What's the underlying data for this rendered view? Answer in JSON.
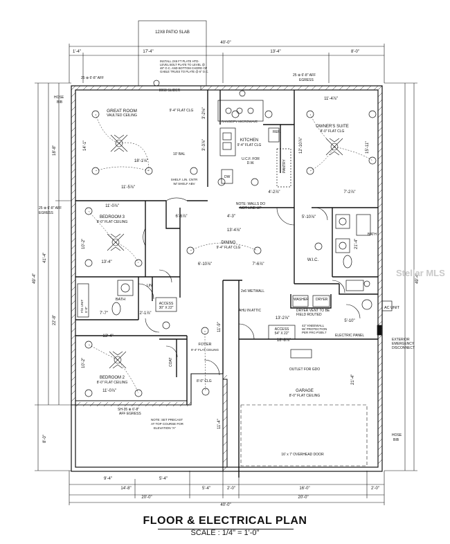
{
  "plan_title": "FLOOR & ELECTRICAL PLAN",
  "scale": "SCALE : 1/4\" = 1'-0\"",
  "watermark": "Stellar MLS",
  "rooms": {
    "patio": "12X8 PATIO SLAB",
    "great_room": "GREAT ROOM",
    "great_room_ceiling": "VAULTED CEILING",
    "flat_ceiling": "9'-4\" FLAT CLG",
    "kitchen": "KITCHEN",
    "kitchen_ceiling": "9'-4\" FLAT CLG",
    "owners_suite": "OWNER'S SUITE",
    "owners_ceiling": "8'-0\" FLAT CLG",
    "bedroom3": "BEDROOM 3",
    "bedroom3_ceiling": "8'-0\" FLAT CEILING",
    "dining": "DINING",
    "dining_ceiling": "9'-4\" FLAT CLG",
    "wic": "W.I.C.",
    "bath": "BATH",
    "bath2": "BATH",
    "ahu": "AHU IN ATTIC",
    "washer": "WASHER",
    "dryer": "DRYER",
    "foyer": "FOYER",
    "foyer_ceiling": "9'-4\" FLAT CEILING",
    "bedroom2": "BEDROOM 2",
    "bedroom2_ceiling": "8'-0\" FLAT CEILING",
    "garage": "GARAGE",
    "garage_ceiling": "8'-0\" FLAT CEILING",
    "closet": "8'-0\" CLG",
    "lin": "LIN",
    "coat": "COAT"
  },
  "notes": {
    "slider": "8068 SLIDER",
    "egress_left": "25 ⊕ 6'-8\" AFF",
    "egress_right": "25 ⊕ 6'-8\" AFF",
    "egress_right_2": "EGRESS",
    "egress_bed3": "25 ⊕ 6'-8\" AFF",
    "egress_bed3_2": "EGRESS",
    "egress_bed2": "SH-35 ⊕ 6'-8\"",
    "egress_bed2_2": "AFF EGRESS",
    "hose_top": "HOSE",
    "hose_top_2": "BIB",
    "hose_bottom": "HOSE",
    "hose_bottom_2": "BIB",
    "install": [
      "INSTALL 2X6 FT PLATE HTD-",
      "LEVEL BOLT PLATE TO LEVEL @",
      "48\" O.C. AND BOTTOM CHORD OF",
      "GABLE TRUSS TO PLATE @ 6\" O.C."
    ],
    "walls": [
      "NOTE: WALLS DO",
      "NOT LINE UP"
    ],
    "range": "RANGE/FV MICROWAVE",
    "ref": "REF.",
    "pantry": "PANTRY",
    "ucf": [
      "U.C.F. FOR",
      "D.W."
    ],
    "dw": "DW",
    "shelf": [
      "SHELF. LIN. CNTR",
      "W/ SHELF ABV"
    ],
    "wetwall": "2x6 WETWALL",
    "dryer_vent": [
      "DRYER VENT TO BE",
      "FIELD ROUTED"
    ],
    "access1": [
      "ACCESS",
      "30\" X 22\""
    ],
    "access2": [
      "ACCESS",
      "54\" X 22\""
    ],
    "kneewall": [
      "42\" KNEEWALL",
      "W/ PROTECTION",
      "PER FRC-P305.7"
    ],
    "ac_unit": "AC UNIT",
    "electric_panel": "ELECTRIC PANEL",
    "disconnect": [
      "EXTERIOR",
      "EMERGENCY",
      "DISCONNECT"
    ],
    "outlet": "OUTLET FOR GDO",
    "overhead": "16' x 7' OVERHEAD DOOR",
    "precast": [
      "NOTE: SET PRECAST",
      "AT TOP COURSE FOR",
      "ELEVATION \"A\""
    ],
    "tub": [
      "F/G UNIT",
      "5'-0\""
    ],
    "clg_10": "10' BAL"
  },
  "dimensions": {
    "top_overall": "40'-0\"",
    "top_a": "1'-4\"",
    "top_b": "17'-4\"",
    "top_c": "13'-4\"",
    "top_d": "8'-0\"",
    "bot_overall": "40'-0\"",
    "bot_a": "20'-0\"",
    "bot_b": "20'-0\"",
    "bot_c": "14'-8\"",
    "bot_d": "5'-4\"",
    "bot_e": "9'-4\"",
    "bot_f": "5'-4\"",
    "bot_g": "2'-0\"",
    "bot_h": "16'-0\"",
    "bot_i": "2'-0\"",
    "left_overall": "49'-4\"",
    "left_a": "41'-4\"",
    "left_b": "8'-0\"",
    "left_c": "18'-8\"",
    "left_d": "22'-8\"",
    "right_overall": "49'-4\"",
    "right_a": "21'-4\"",
    "right_b": "15'-11\"",
    "gr_a": "14'-1\"",
    "gr_b": "18'-1⅛\"",
    "gr_c": "11'-5⅞\"",
    "k_a": "3'-2⅛\"",
    "k_b": "3'-3⅞\"",
    "k_c": "4'-2⅞\"",
    "os_a": "11'-4⅞\"",
    "os_b": "12'-10⅞\"",
    "os_c": "7'-2⅞\"",
    "b3_a": "11'-0⅞\"",
    "b3_b": "10'-2\"",
    "b3_c": "13'-4\"",
    "din_a": "13'-4⅞\"",
    "din_b": "6'-10⅞\"",
    "din_c": "7'-6⅞\"",
    "mid_a": "6'-6⅞\"",
    "mid_b": "4'-3\"",
    "wic_a": "5'-10⅞\"",
    "laund_a": "13'-2⅞\"",
    "laund_b": "5'-10\"",
    "garage_a": "18'-8⅞\"",
    "garage_b": "21'-4\"",
    "bath_a": "7'-7\"",
    "bath_b": "2'-1⅞\"",
    "b2_a": "13'-4\"",
    "b2_b": "10'-2\"",
    "b2_c": "11'-0⅞\"",
    "foyer_a": "11'-9\"",
    "foyer_b": "11'-4\"",
    "patio_gr": "9'-4\"",
    "bath_c": "5'-4\""
  }
}
